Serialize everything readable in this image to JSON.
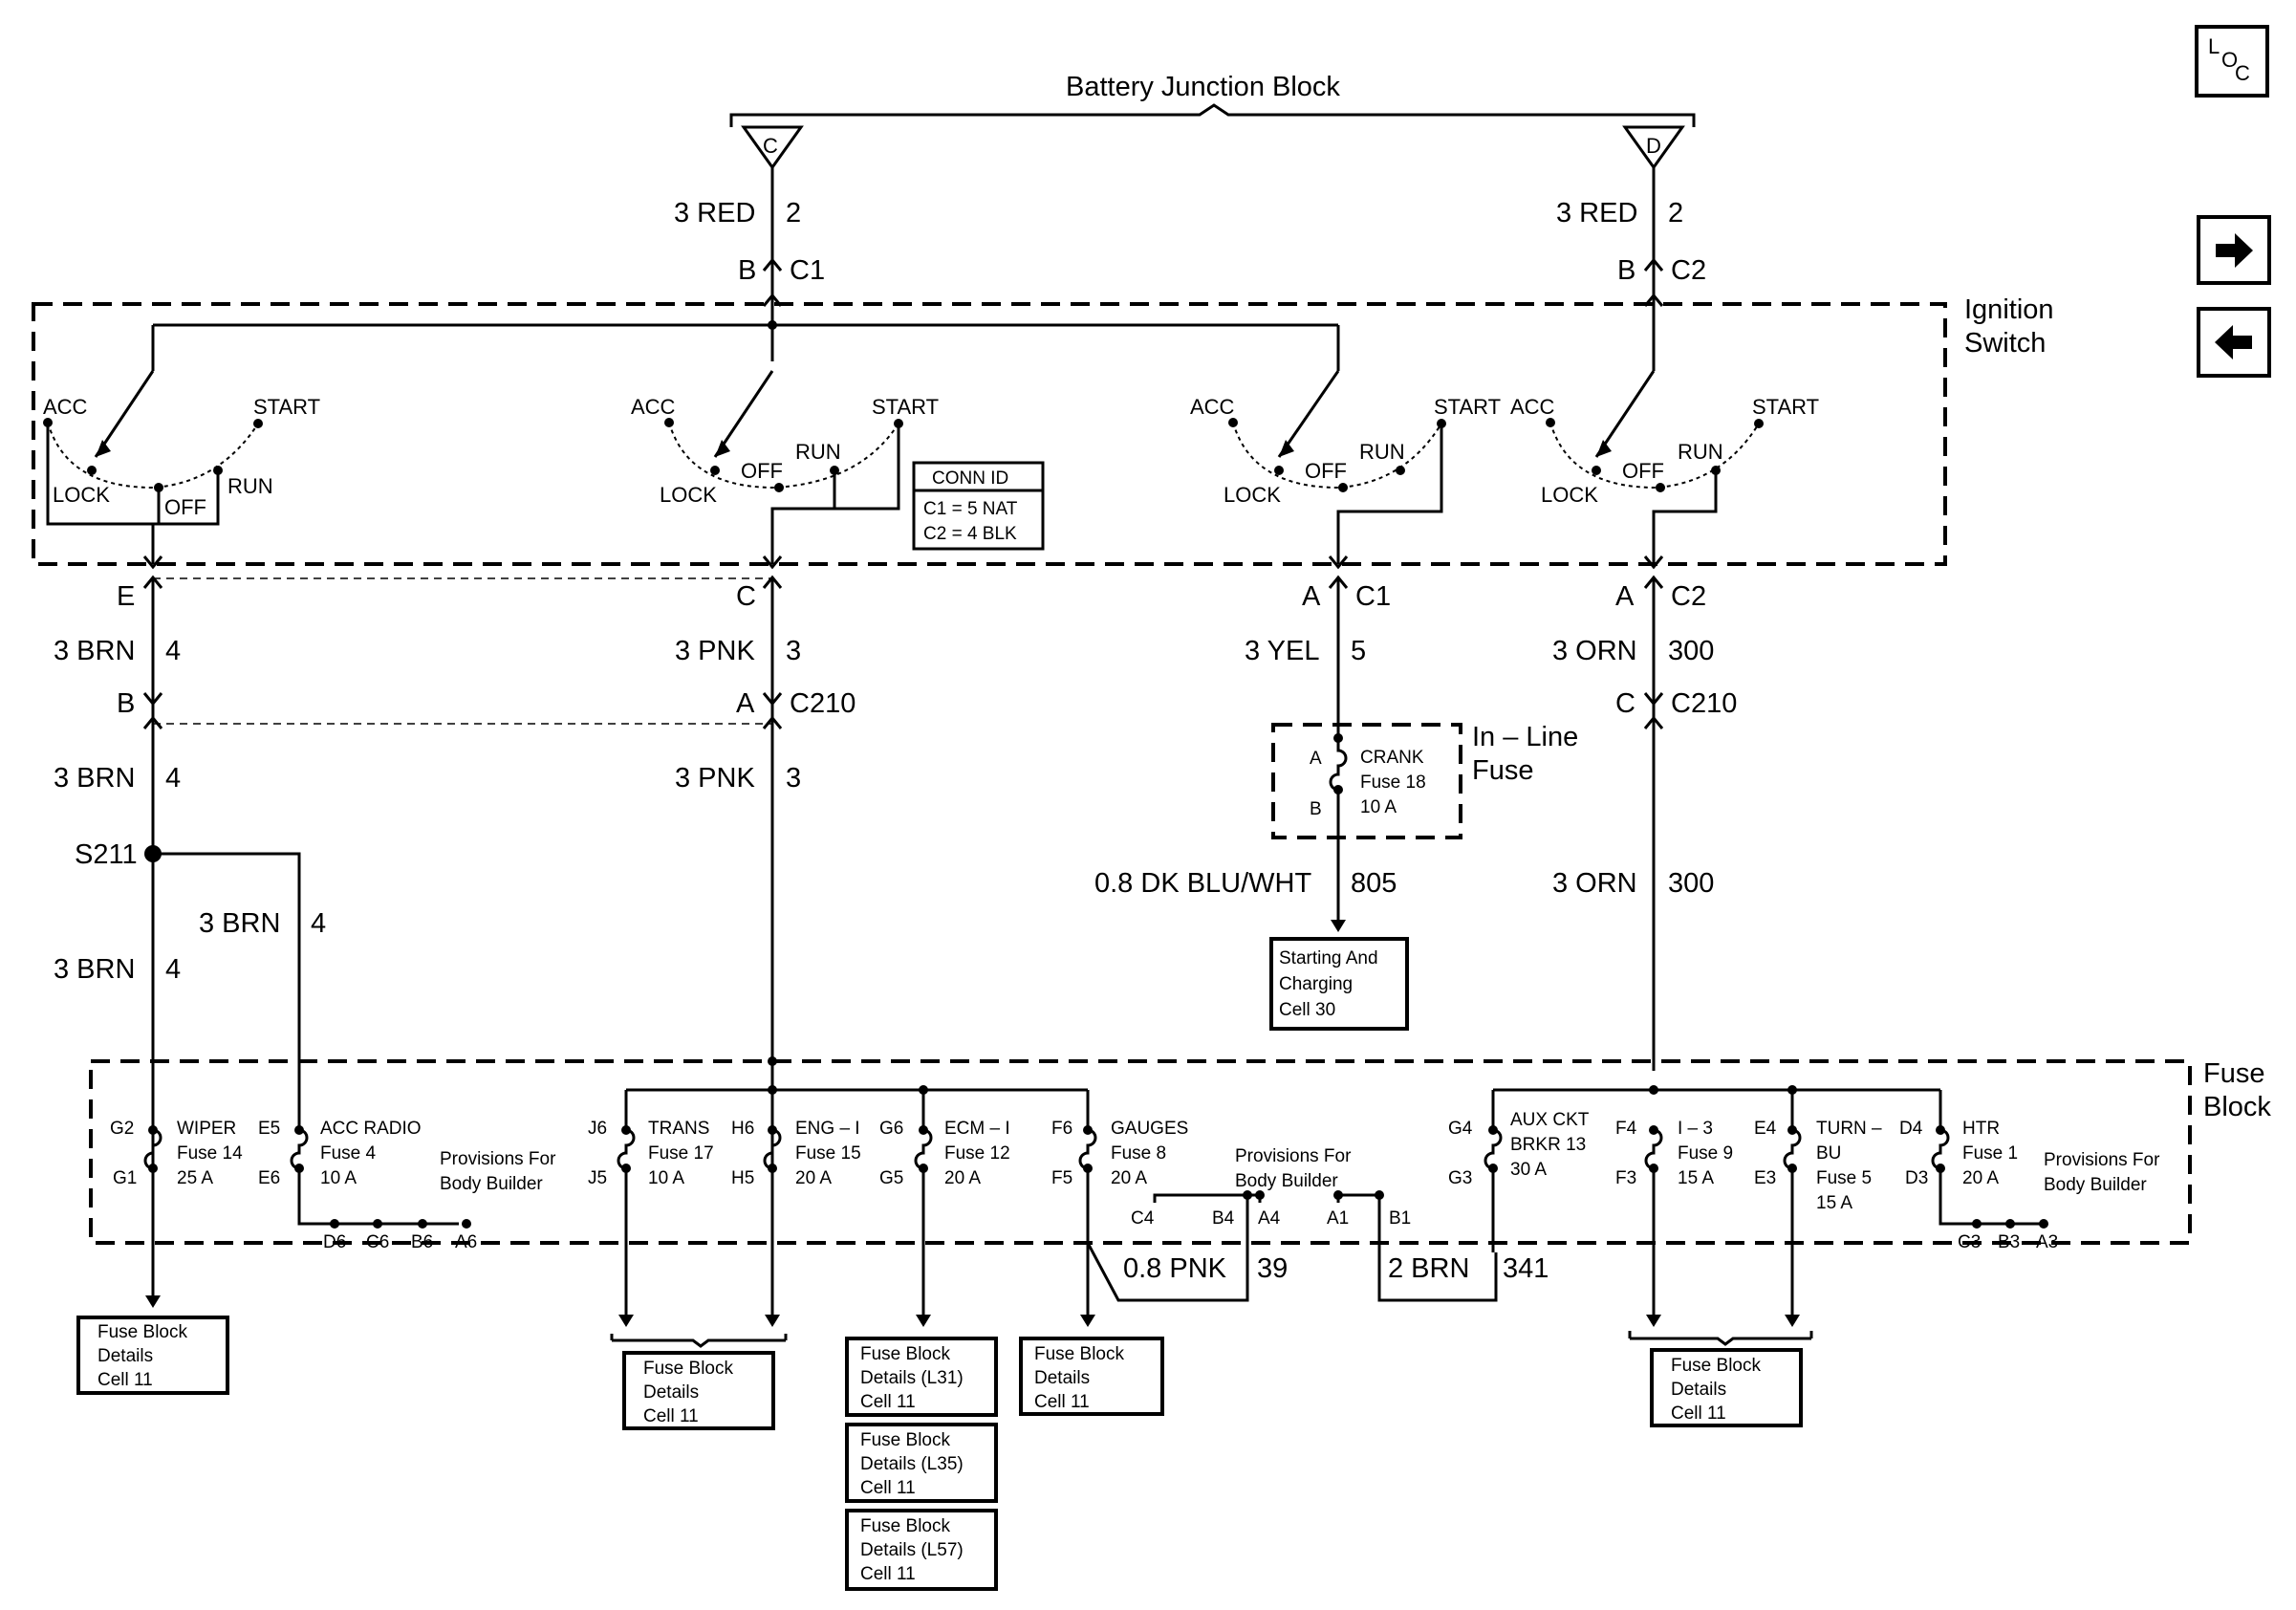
{
  "battery_junction": {
    "title": "Battery Junction Block",
    "c_term": "C",
    "d_term": "D"
  },
  "ign": {
    "title_line1": "Ignition",
    "title_line2": "Switch",
    "acc": "ACC",
    "start": "START",
    "lock": "LOCK",
    "off": "OFF",
    "run": "RUN"
  },
  "conn_id": {
    "title": "CONN ID",
    "c1": "C1 = 5 NAT",
    "c2": "C2 = 4 BLK"
  },
  "wires": {
    "red_left": "3 RED",
    "red_left_ckt": "2",
    "red_right": "3 RED",
    "red_right_ckt": "2",
    "brn": "3 BRN",
    "brn_ckt": "4",
    "pnk": "3 PNK",
    "pnk_ckt": "3",
    "yel": "3 YEL",
    "yel_ckt": "5",
    "orn": "3 ORN",
    "orn_ckt": "300",
    "dkblu": "0.8 DK BLU/WHT",
    "dkblu_ckt": "805",
    "pnk08": "0.8 PNK",
    "pnk08_ckt": "39",
    "brn2": "2 BRN",
    "brn2_ckt": "341"
  },
  "connectors": {
    "b": "B",
    "c1": "C1",
    "c2": "C2",
    "e": "E",
    "c": "C",
    "a": "A",
    "c210": "C210",
    "splice": "S211"
  },
  "inline_fuse": {
    "title_line1": "In – Line",
    "title_line2": "Fuse",
    "a": "A",
    "b": "B",
    "name": "CRANK",
    "fuse": "Fuse 18",
    "amp": "10 A"
  },
  "starting": {
    "line1": "Starting And",
    "line2": "Charging",
    "line3": "Cell 30"
  },
  "fuse_block": {
    "title_line1": "Fuse",
    "title_line2": "Block",
    "fuses": [
      {
        "top": "G2",
        "bot": "G1",
        "name": "WIPER",
        "fuse": "Fuse 14",
        "amp": "25 A"
      },
      {
        "top": "E5",
        "bot": "E6",
        "name": "ACC RADIO",
        "fuse": "Fuse 4",
        "amp": "10 A"
      },
      {
        "top": "J6",
        "bot": "J5",
        "name": "TRANS",
        "fuse": "Fuse 17",
        "amp": "10 A"
      },
      {
        "top": "H6",
        "bot": "H5",
        "name": "ENG – I",
        "fuse": "Fuse 15",
        "amp": "20 A"
      },
      {
        "top": "G6",
        "bot": "G5",
        "name": "ECM – I",
        "fuse": "Fuse 12",
        "amp": "20 A"
      },
      {
        "top": "F6",
        "bot": "F5",
        "name": "GAUGES",
        "fuse": "Fuse 8",
        "amp": "20 A"
      },
      {
        "top": "G4",
        "bot": "G3",
        "name": "AUX CKT",
        "fuse": "BRKR 13",
        "amp": "30 A"
      },
      {
        "top": "F4",
        "bot": "F3",
        "name": "I – 3",
        "fuse": "Fuse 9",
        "amp": "15 A"
      },
      {
        "top": "E4",
        "bot": "E3",
        "name": "TURN –",
        "name2": "BU",
        "fuse": "Fuse 5",
        "amp": "15 A"
      },
      {
        "top": "D4",
        "bot": "D3",
        "name": "HTR",
        "fuse": "Fuse 1",
        "amp": "20 A"
      }
    ],
    "provisions": "Provisions For",
    "body_builder": "Body Builder",
    "row1": [
      "D6",
      "C6",
      "B6",
      "A6"
    ],
    "row2": [
      "C4",
      "B4",
      "A4",
      "A1",
      "B1"
    ],
    "row3": [
      "C3",
      "B3",
      "A3"
    ]
  },
  "details": {
    "fbd": "Fuse Block",
    "det": "Details",
    "cell": "Cell 11",
    "l31": "Details (L31)",
    "l35": "Details (L35)",
    "l57": "Details (L57)"
  },
  "nav": {
    "loc_l": "L",
    "loc_o": "O",
    "loc_c": "C"
  }
}
